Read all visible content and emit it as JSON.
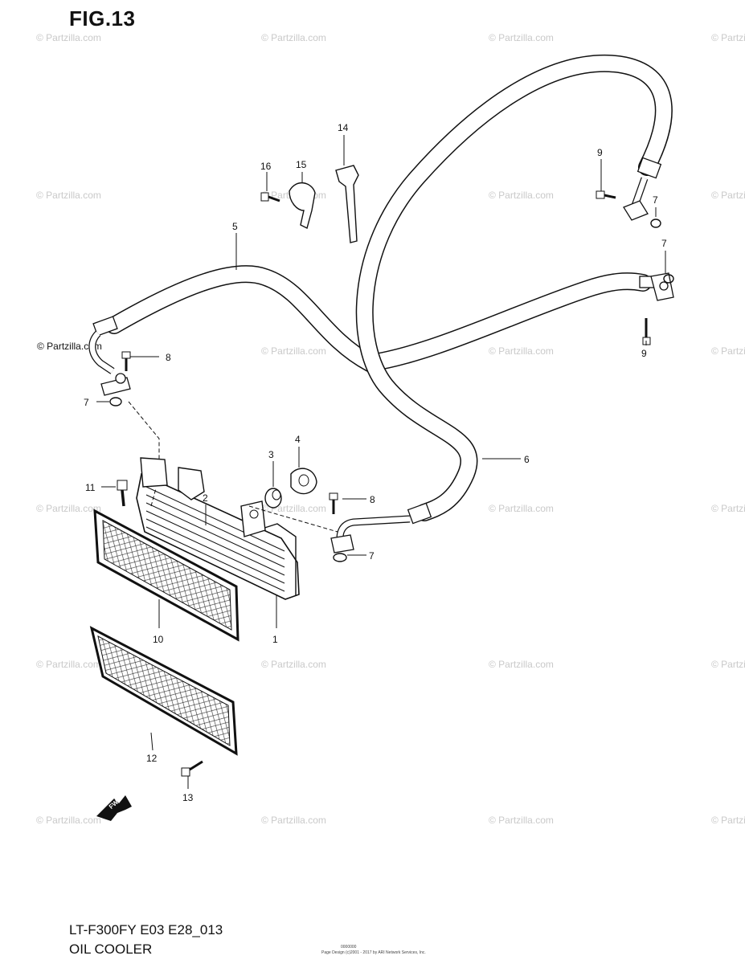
{
  "header": {
    "fig_label": "FIG.13"
  },
  "footer": {
    "model_code": "LT-F300FY  E03 E28_013",
    "title": "OIL COOLER",
    "tiny_code": "0000000",
    "tiny_copyright": "Page Design (c)2001 - 2017 by ARI Network Services, Inc."
  },
  "watermark": {
    "text": "© Partzilla.com"
  },
  "copyright_mark": "© Partzilla.com",
  "direction_marker": {
    "label": "FWD"
  },
  "callouts": [
    {
      "id": "c1",
      "label": "1"
    },
    {
      "id": "c2",
      "label": "2"
    },
    {
      "id": "c3",
      "label": "3"
    },
    {
      "id": "c4",
      "label": "4"
    },
    {
      "id": "c5",
      "label": "5"
    },
    {
      "id": "c6",
      "label": "6"
    },
    {
      "id": "c7a",
      "label": "7"
    },
    {
      "id": "c7b",
      "label": "7"
    },
    {
      "id": "c7c",
      "label": "7"
    },
    {
      "id": "c7d",
      "label": "7"
    },
    {
      "id": "c8a",
      "label": "8"
    },
    {
      "id": "c8b",
      "label": "8"
    },
    {
      "id": "c9a",
      "label": "9"
    },
    {
      "id": "c9b",
      "label": "9"
    },
    {
      "id": "c10",
      "label": "10"
    },
    {
      "id": "c11",
      "label": "11"
    },
    {
      "id": "c12",
      "label": "12"
    },
    {
      "id": "c13",
      "label": "13"
    },
    {
      "id": "c14",
      "label": "14"
    },
    {
      "id": "c15",
      "label": "15"
    },
    {
      "id": "c16",
      "label": "16"
    }
  ]
}
